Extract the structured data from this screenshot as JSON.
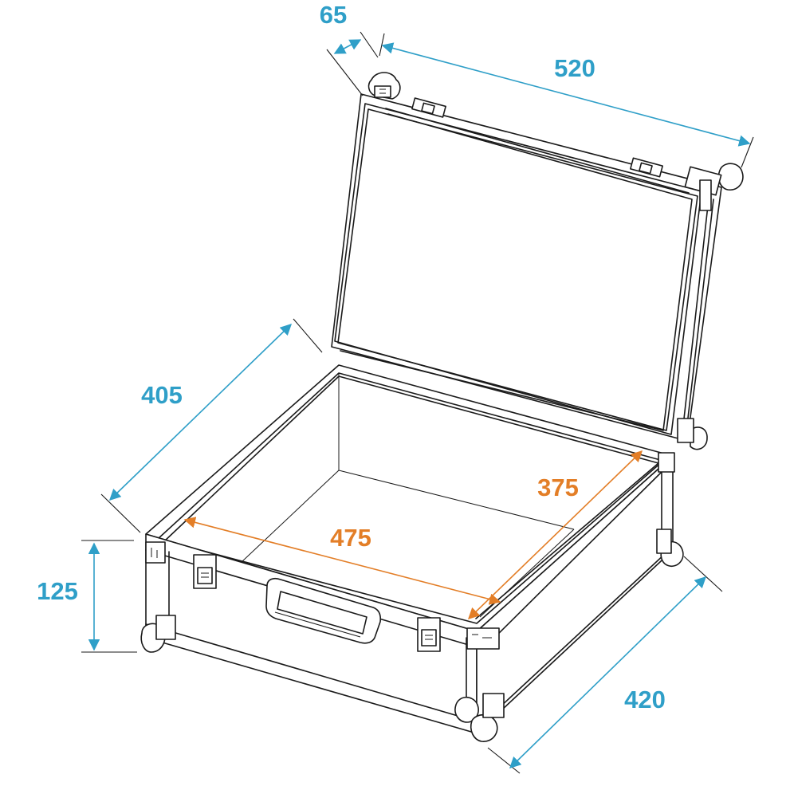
{
  "dimensions": {
    "lid_depth": {
      "label": "65",
      "color": "#2f9fc8"
    },
    "width": {
      "label": "520",
      "color": "#2f9fc8"
    },
    "depth_top": {
      "label": "405",
      "color": "#2f9fc8"
    },
    "height": {
      "label": "125",
      "color": "#2f9fc8"
    },
    "depth_bottom": {
      "label": "420",
      "color": "#2f9fc8"
    },
    "inner_width": {
      "label": "475",
      "color": "#e37e27"
    },
    "inner_depth": {
      "label": "375",
      "color": "#e37e27"
    }
  }
}
